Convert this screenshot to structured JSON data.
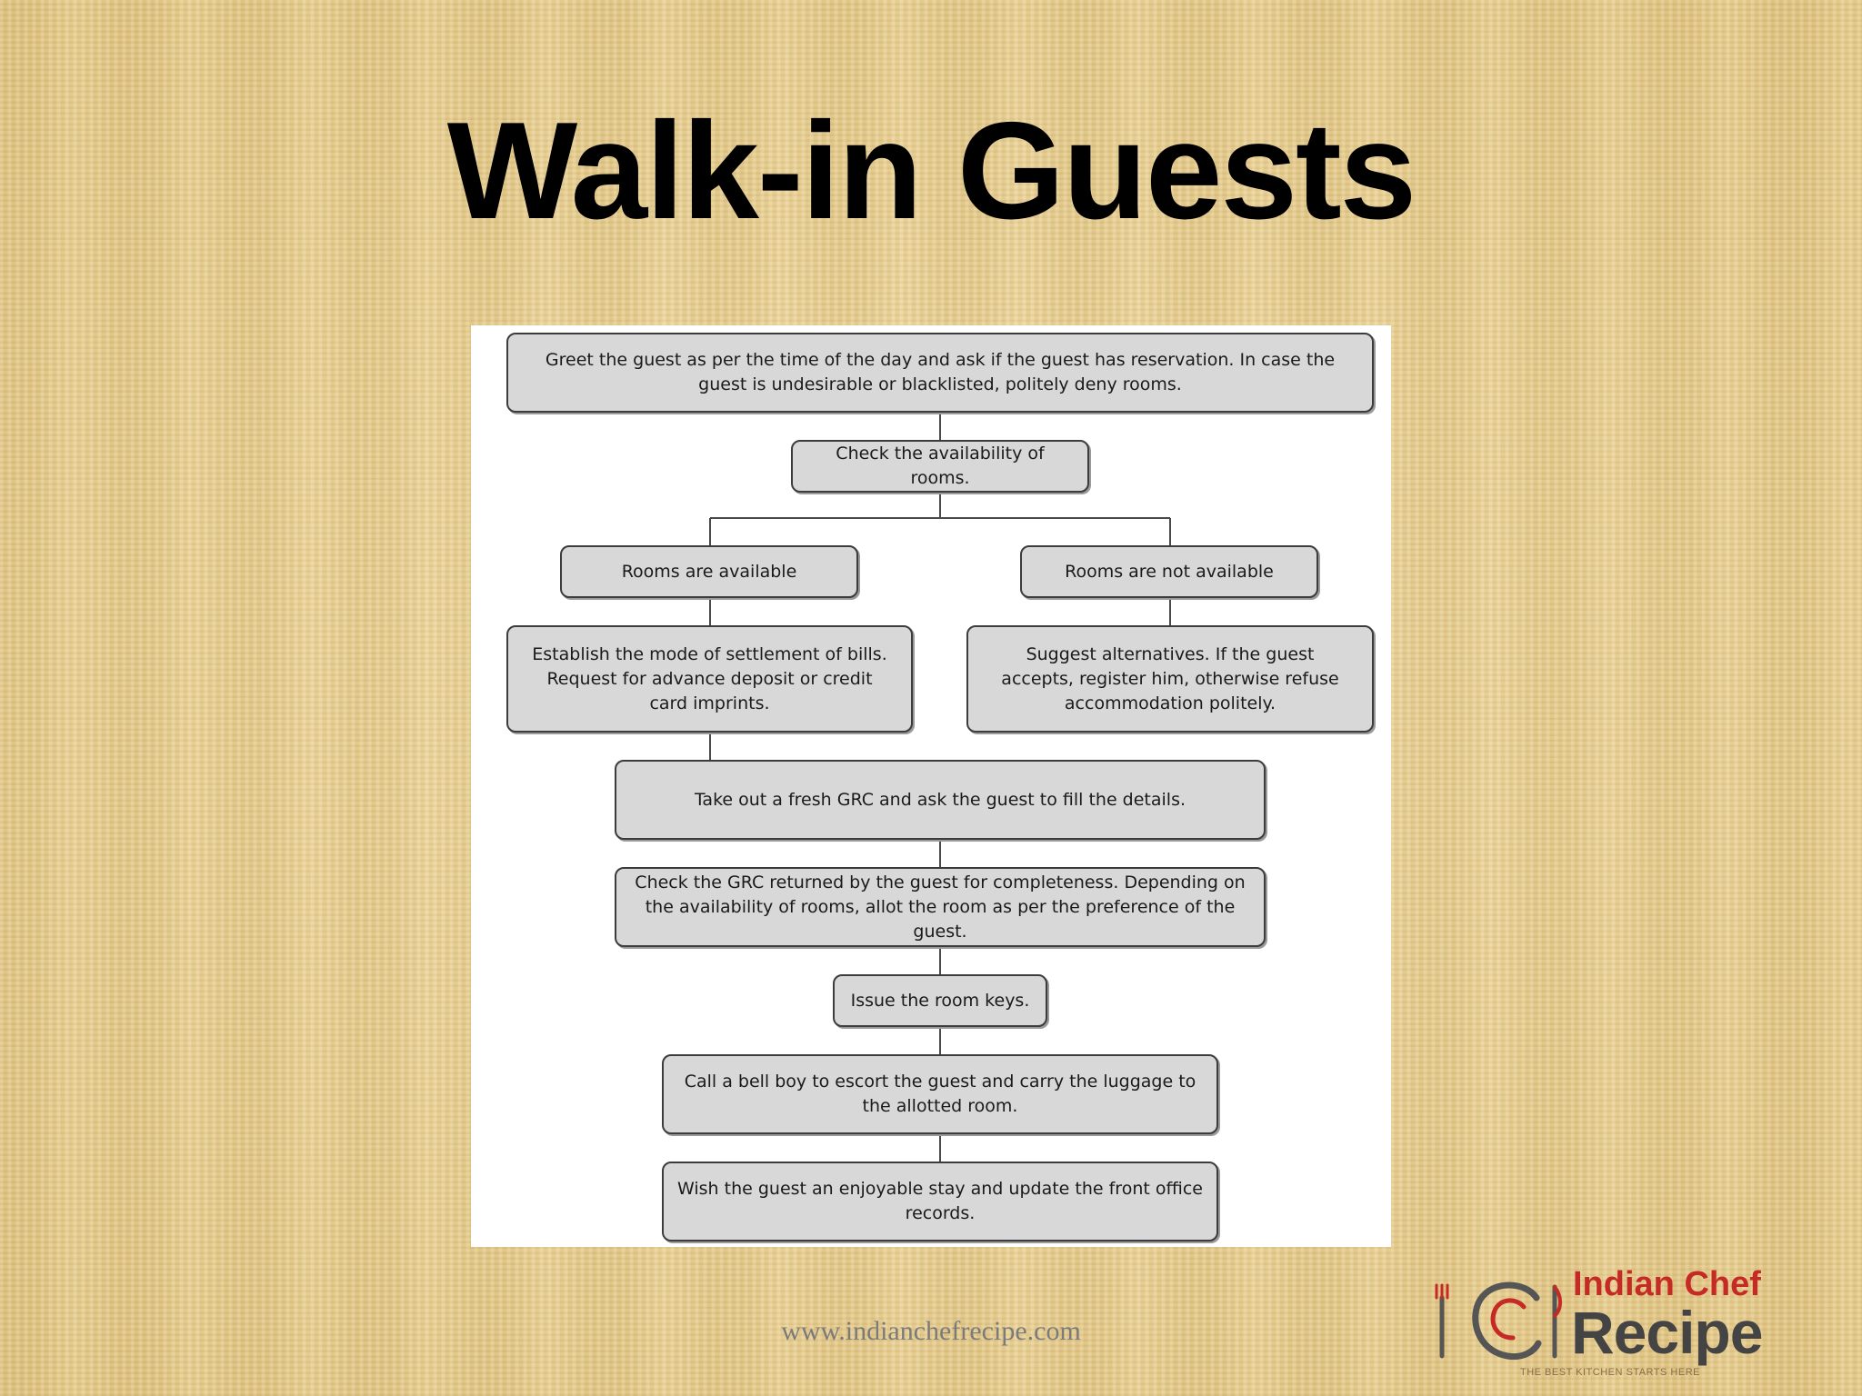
{
  "slide": {
    "title": "Walk-in Guests",
    "footer_url": "www.indianchefrecipe.com"
  },
  "flowchart": {
    "steps": [
      {
        "id": "greet",
        "text": "Greet the guest as per the time of the day and ask if the guest has reservation. In case the guest is undesirable or blacklisted, politely deny rooms."
      },
      {
        "id": "check-availability",
        "text": "Check the availability of rooms."
      },
      {
        "id": "rooms-available",
        "text": "Rooms are available"
      },
      {
        "id": "rooms-not-available",
        "text": "Rooms are not available"
      },
      {
        "id": "establish-settlement",
        "text": "Establish the mode of settlement of bills. Request for advance deposit or credit card imprints."
      },
      {
        "id": "suggest-alternatives",
        "text": "Suggest alternatives. If the guest accepts, register him, otherwise refuse accommodation politely."
      },
      {
        "id": "fresh-grc",
        "text": "Take out a fresh GRC and ask the guest to fill the details."
      },
      {
        "id": "check-grc",
        "text": "Check the GRC returned by the guest for completeness. Depending on the availability of rooms, allot the room as per the preference of the guest."
      },
      {
        "id": "issue-keys",
        "text": "Issue the room keys."
      },
      {
        "id": "bell-boy",
        "text": "Call a bell boy to escort the guest and carry the luggage to the allotted room."
      },
      {
        "id": "wish-guest",
        "text": "Wish the guest an enjoyable stay and update the front office records."
      }
    ]
  },
  "logo": {
    "line1": "Indian Chef",
    "line2": "Recipe",
    "tagline": "THE BEST KITCHEN STARTS HERE",
    "colors": {
      "accent": "#c62a24",
      "dark": "#444444"
    }
  }
}
